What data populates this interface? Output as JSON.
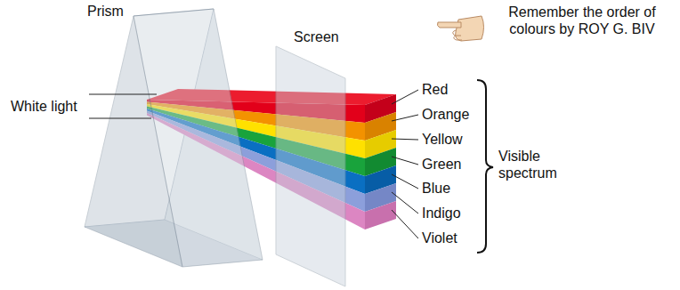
{
  "diagram": {
    "labels": [
      "Prism",
      "Screen",
      "White light",
      "Remember the order of colours by ROY G. BIV",
      "Red",
      "Orange",
      "Yellow",
      "Green",
      "Blue",
      "Indigo",
      "Violet",
      "Visible spectrum"
    ]
  }
}
